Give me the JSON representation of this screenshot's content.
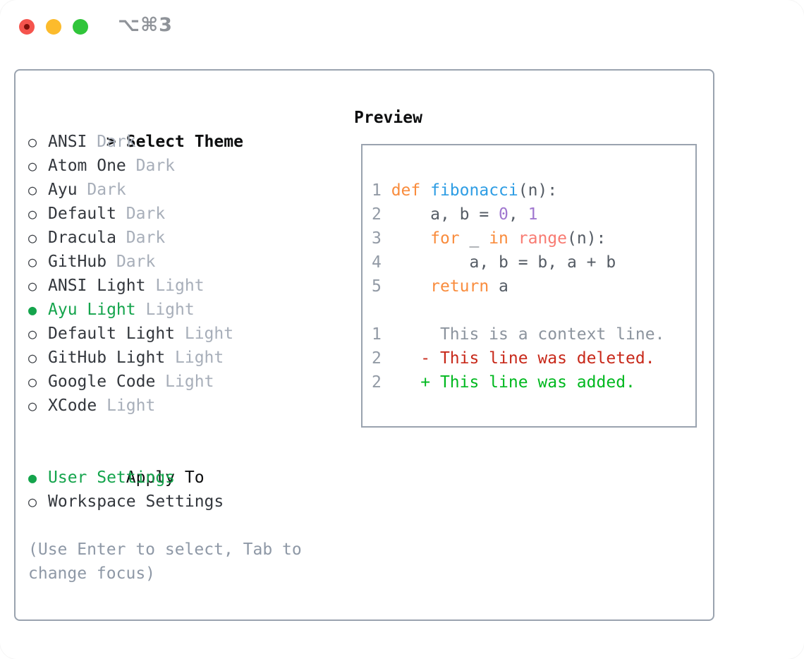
{
  "window": {
    "title_shortcut": "⌥⌘3"
  },
  "theme_picker": {
    "prompt": ">",
    "title": "Select Theme",
    "unselected_glyph": "○",
    "selected_glyph": "●",
    "items": [
      {
        "name": "ANSI",
        "variant": "Dark",
        "selected": false
      },
      {
        "name": "Atom One",
        "variant": "Dark",
        "selected": false
      },
      {
        "name": "Ayu",
        "variant": "Dark",
        "selected": false
      },
      {
        "name": "Default",
        "variant": "Dark",
        "selected": false
      },
      {
        "name": "Dracula",
        "variant": "Dark",
        "selected": false
      },
      {
        "name": "GitHub",
        "variant": "Dark",
        "selected": false
      },
      {
        "name": "ANSI Light",
        "variant": "Light",
        "selected": false
      },
      {
        "name": "Ayu Light",
        "variant": "Light",
        "selected": true
      },
      {
        "name": "Default Light",
        "variant": "Light",
        "selected": false
      },
      {
        "name": "GitHub Light",
        "variant": "Light",
        "selected": false
      },
      {
        "name": "Google Code",
        "variant": "Light",
        "selected": false
      },
      {
        "name": "XCode",
        "variant": "Light",
        "selected": false
      }
    ]
  },
  "apply_to": {
    "title": "Apply To",
    "options": [
      {
        "label": "User Settings",
        "selected": true
      },
      {
        "label": "Workspace Settings",
        "selected": false
      }
    ]
  },
  "help_text": "(Use Enter to select, Tab to change focus)",
  "preview": {
    "title": "Preview",
    "lines": [
      [
        {
          "t": "1 ",
          "c": "gutter"
        },
        {
          "t": "def",
          "c": "keyword"
        },
        {
          "t": " ",
          "c": "plain"
        },
        {
          "t": "fibonacci",
          "c": "function"
        },
        {
          "t": "(n):",
          "c": "plain"
        }
      ],
      [
        {
          "t": "2 ",
          "c": "gutter"
        },
        {
          "t": "    a, b = ",
          "c": "plain"
        },
        {
          "t": "0",
          "c": "number"
        },
        {
          "t": ", ",
          "c": "plain"
        },
        {
          "t": "1",
          "c": "number"
        }
      ],
      [
        {
          "t": "3 ",
          "c": "gutter"
        },
        {
          "t": "    ",
          "c": "plain"
        },
        {
          "t": "for",
          "c": "keyword"
        },
        {
          "t": " _ ",
          "c": "plain"
        },
        {
          "t": "in",
          "c": "keyword"
        },
        {
          "t": " ",
          "c": "plain"
        },
        {
          "t": "range",
          "c": "builtin"
        },
        {
          "t": "(n):",
          "c": "plain"
        }
      ],
      [
        {
          "t": "4 ",
          "c": "gutter"
        },
        {
          "t": "        a, b = b, a + b",
          "c": "plain"
        }
      ],
      [
        {
          "t": "5 ",
          "c": "gutter"
        },
        {
          "t": "    ",
          "c": "plain"
        },
        {
          "t": "return",
          "c": "keyword"
        },
        {
          "t": " a",
          "c": "plain"
        }
      ],
      [],
      [
        {
          "t": "1 ",
          "c": "gutter"
        },
        {
          "t": "     This is a context line.",
          "c": "context"
        }
      ],
      [
        {
          "t": "2 ",
          "c": "gutter"
        },
        {
          "t": "   - This line was deleted.",
          "c": "deleted"
        }
      ],
      [
        {
          "t": "2 ",
          "c": "gutter"
        },
        {
          "t": "   + This line was added.",
          "c": "added"
        }
      ]
    ]
  },
  "colors": {
    "accent-green": "#14a44c",
    "heading-text": "#0c0d0e",
    "item-text": "#33373d",
    "muted-text": "#a7aeb9",
    "help-text": "#8e98a6",
    "panel-border": "#9aa3af",
    "shortcut-text": "#8f9399",
    "code-fg": "#555c65",
    "gutter": "#929aa5",
    "keyword-orange": "#f98c3d",
    "function-blue": "#2e9de4",
    "number-purple": "#a077cf",
    "builtin-coral": "#f87b72",
    "diff-context": "#8c949e",
    "diff-deleted": "#c8291a",
    "diff-added": "#00b81f",
    "traffic-red": "#f5544d",
    "traffic-red-dot": "#7f100a",
    "traffic-yellow": "#fcbb2c",
    "traffic-green": "#30c53a"
  }
}
